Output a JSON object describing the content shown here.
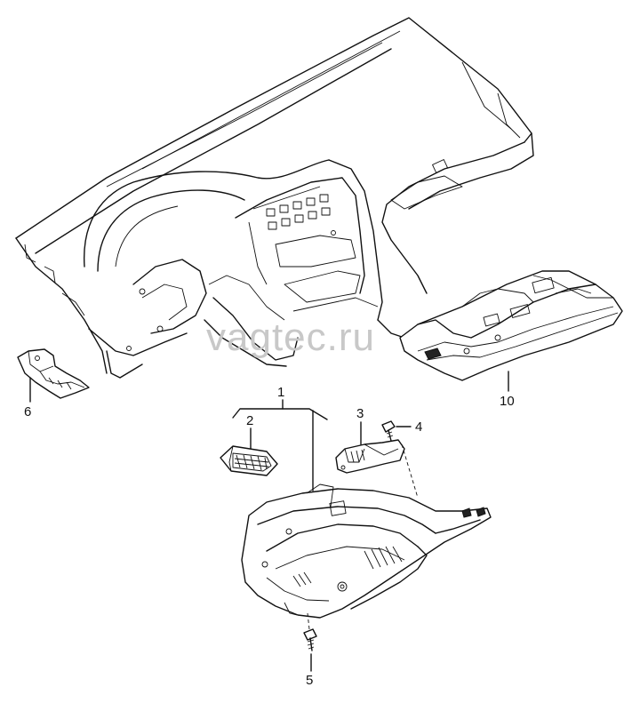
{
  "watermark": "vagtec.ru",
  "callouts": {
    "c1": "1",
    "c2": "2",
    "c3": "3",
    "c4": "4",
    "c5": "5",
    "c6": "6",
    "c10": "10"
  }
}
